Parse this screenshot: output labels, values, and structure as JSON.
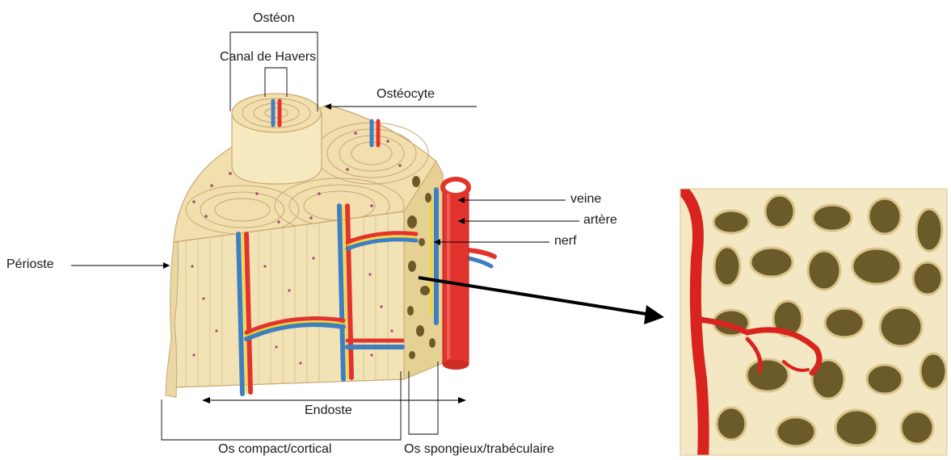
{
  "labels": {
    "osteon": "Ostéon",
    "haversian_canal": "Canal de Havers",
    "osteocyte": "Ostéocyte",
    "vein": "veine",
    "artery": "artère",
    "nerve": "nerf",
    "periosteum": "Périoste",
    "endosteum": "Endoste",
    "compact_bone": "Os compact/cortical",
    "spongy_bone": "Os spongieux/trabéculaire"
  },
  "colors": {
    "bone": "#f2e3b6",
    "bone_dark": "#e3cd8d",
    "lamella_line": "#c9a774",
    "osteocyte_dot": "#a24a78",
    "artery": "#e2342c",
    "vein": "#3f7fc0",
    "nerve": "#f3d81e",
    "pore": "#6e5a26",
    "leader": "#000000"
  }
}
